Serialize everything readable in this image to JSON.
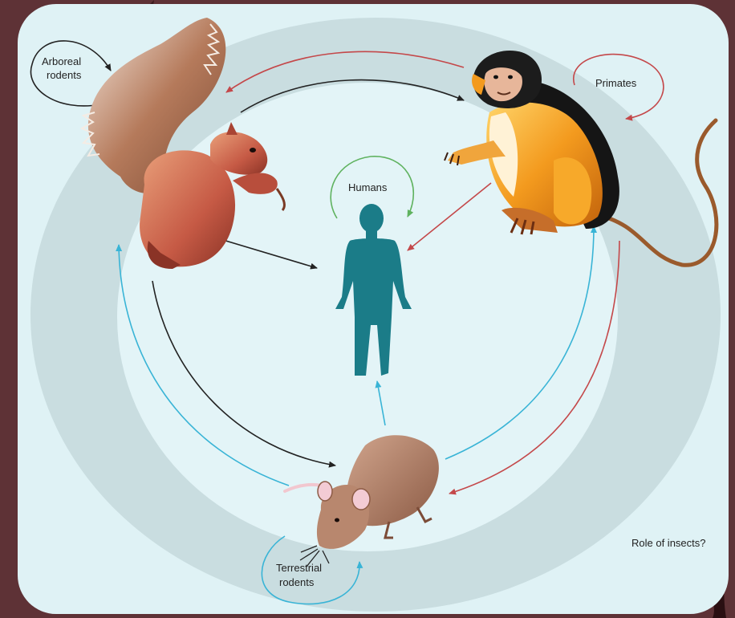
{
  "labels": {
    "arboreal": [
      "Arboreal",
      "rodents"
    ],
    "primates": "Primates",
    "humans": "Humans",
    "terrestrial": [
      "Terrestrial",
      "rodents"
    ],
    "insects": "Role of insects?"
  },
  "colors": {
    "background": "#5e3236",
    "panel": "#dff2f5",
    "ring": "#c9dde0",
    "arrow_red": "#c4484a",
    "arrow_black": "#222222",
    "arrow_cyan": "#39b4d6",
    "arrow_green": "#5fb25f",
    "human": "#1b7c88",
    "squirrel": "#c65a45",
    "monkey": "#f39a1e",
    "rat": "#a8745e"
  },
  "icons": [
    "squirrel-icon",
    "monkey-icon",
    "rat-icon",
    "human-figure-icon"
  ]
}
